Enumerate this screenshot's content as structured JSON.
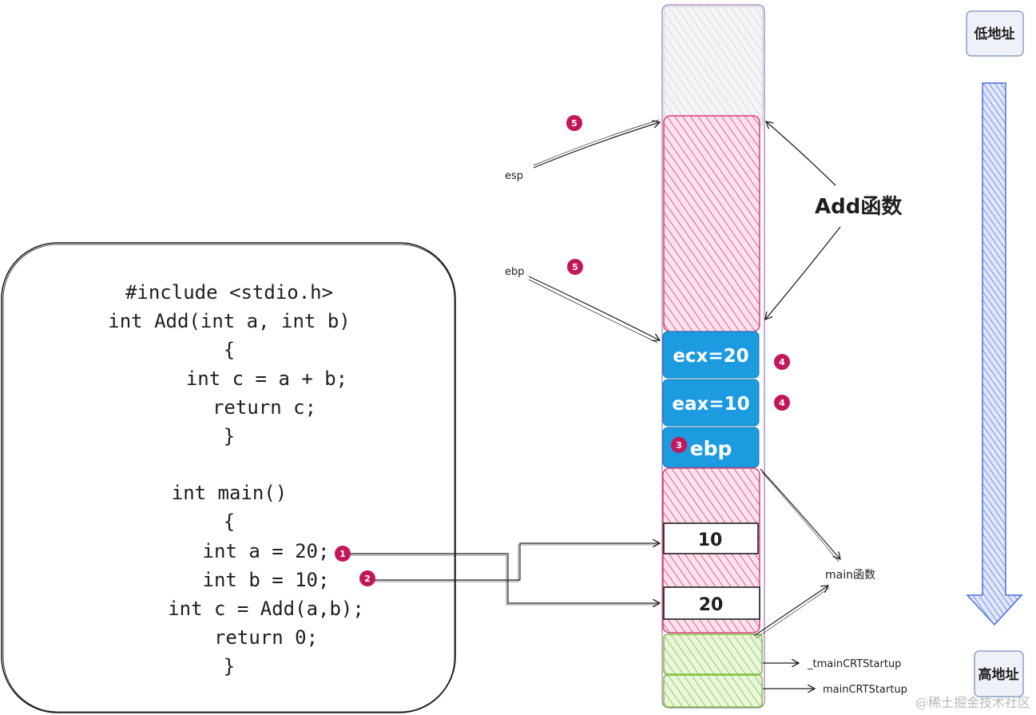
{
  "code": {
    "lines": [
      "#include <stdio.h>",
      "int Add(int a, int b)",
      "{",
      "int c = a + b;",
      "return c;",
      "}",
      "int main()",
      "{",
      "int a = 20;",
      "int b = 10;",
      "int c = Add(a,b);",
      "return 0;",
      "}"
    ]
  },
  "stack": {
    "ecx": "ecx=20",
    "eax": "eax=10",
    "ebp_slot": "ebp",
    "val_10": "10",
    "val_20": "20"
  },
  "labels": {
    "esp": "esp",
    "ebp": "ebp",
    "add_func": "Add函数",
    "main_func": "main函数",
    "tmain": "_tmainCRTStartup",
    "maincrt": "mainCRTStartup",
    "low_addr": "低地址",
    "high_addr": "高地址"
  },
  "badges": {
    "b1": "1",
    "b2": "2",
    "b3": "3",
    "b4a": "4",
    "b4b": "4",
    "b5a": "5",
    "b5b": "5"
  },
  "watermark": "@稀土掘金技术社区",
  "colors": {
    "pink": "#e03a7a",
    "blue": "#1c9be0",
    "green": "#7fbf3f",
    "gray": "#cfcfd4",
    "badge": "#c2185b",
    "arrow_blue": "#4a6fe0"
  }
}
